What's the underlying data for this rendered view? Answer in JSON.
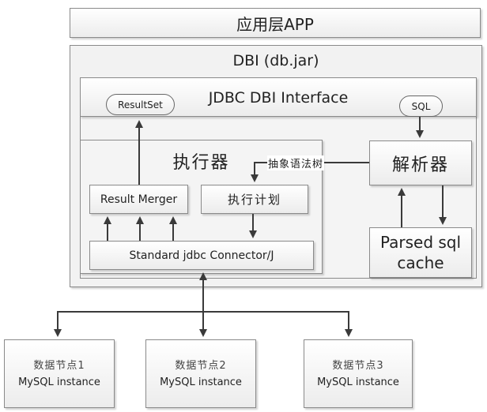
{
  "app_layer": {
    "label": "应用层APP"
  },
  "dbi": {
    "title": "DBI (db.jar)",
    "interface": {
      "title": "JDBC DBI Interface",
      "resultset_label": "ResultSet",
      "sql_label": "SQL"
    },
    "executor": {
      "title": "执行器",
      "result_merger": "Result Merger",
      "execution_plan": "执行计划",
      "connector": "Standard jdbc Connector/J"
    },
    "ast_label": "抽象语法树",
    "parser": "解析器",
    "cache": {
      "line1": "Parsed sql",
      "line2": "cache"
    }
  },
  "data_nodes": [
    {
      "name": "数据节点1",
      "type": "MySQL instance"
    },
    {
      "name": "数据节点2",
      "type": "MySQL instance"
    },
    {
      "name": "数据节点3",
      "type": "MySQL instance"
    }
  ]
}
